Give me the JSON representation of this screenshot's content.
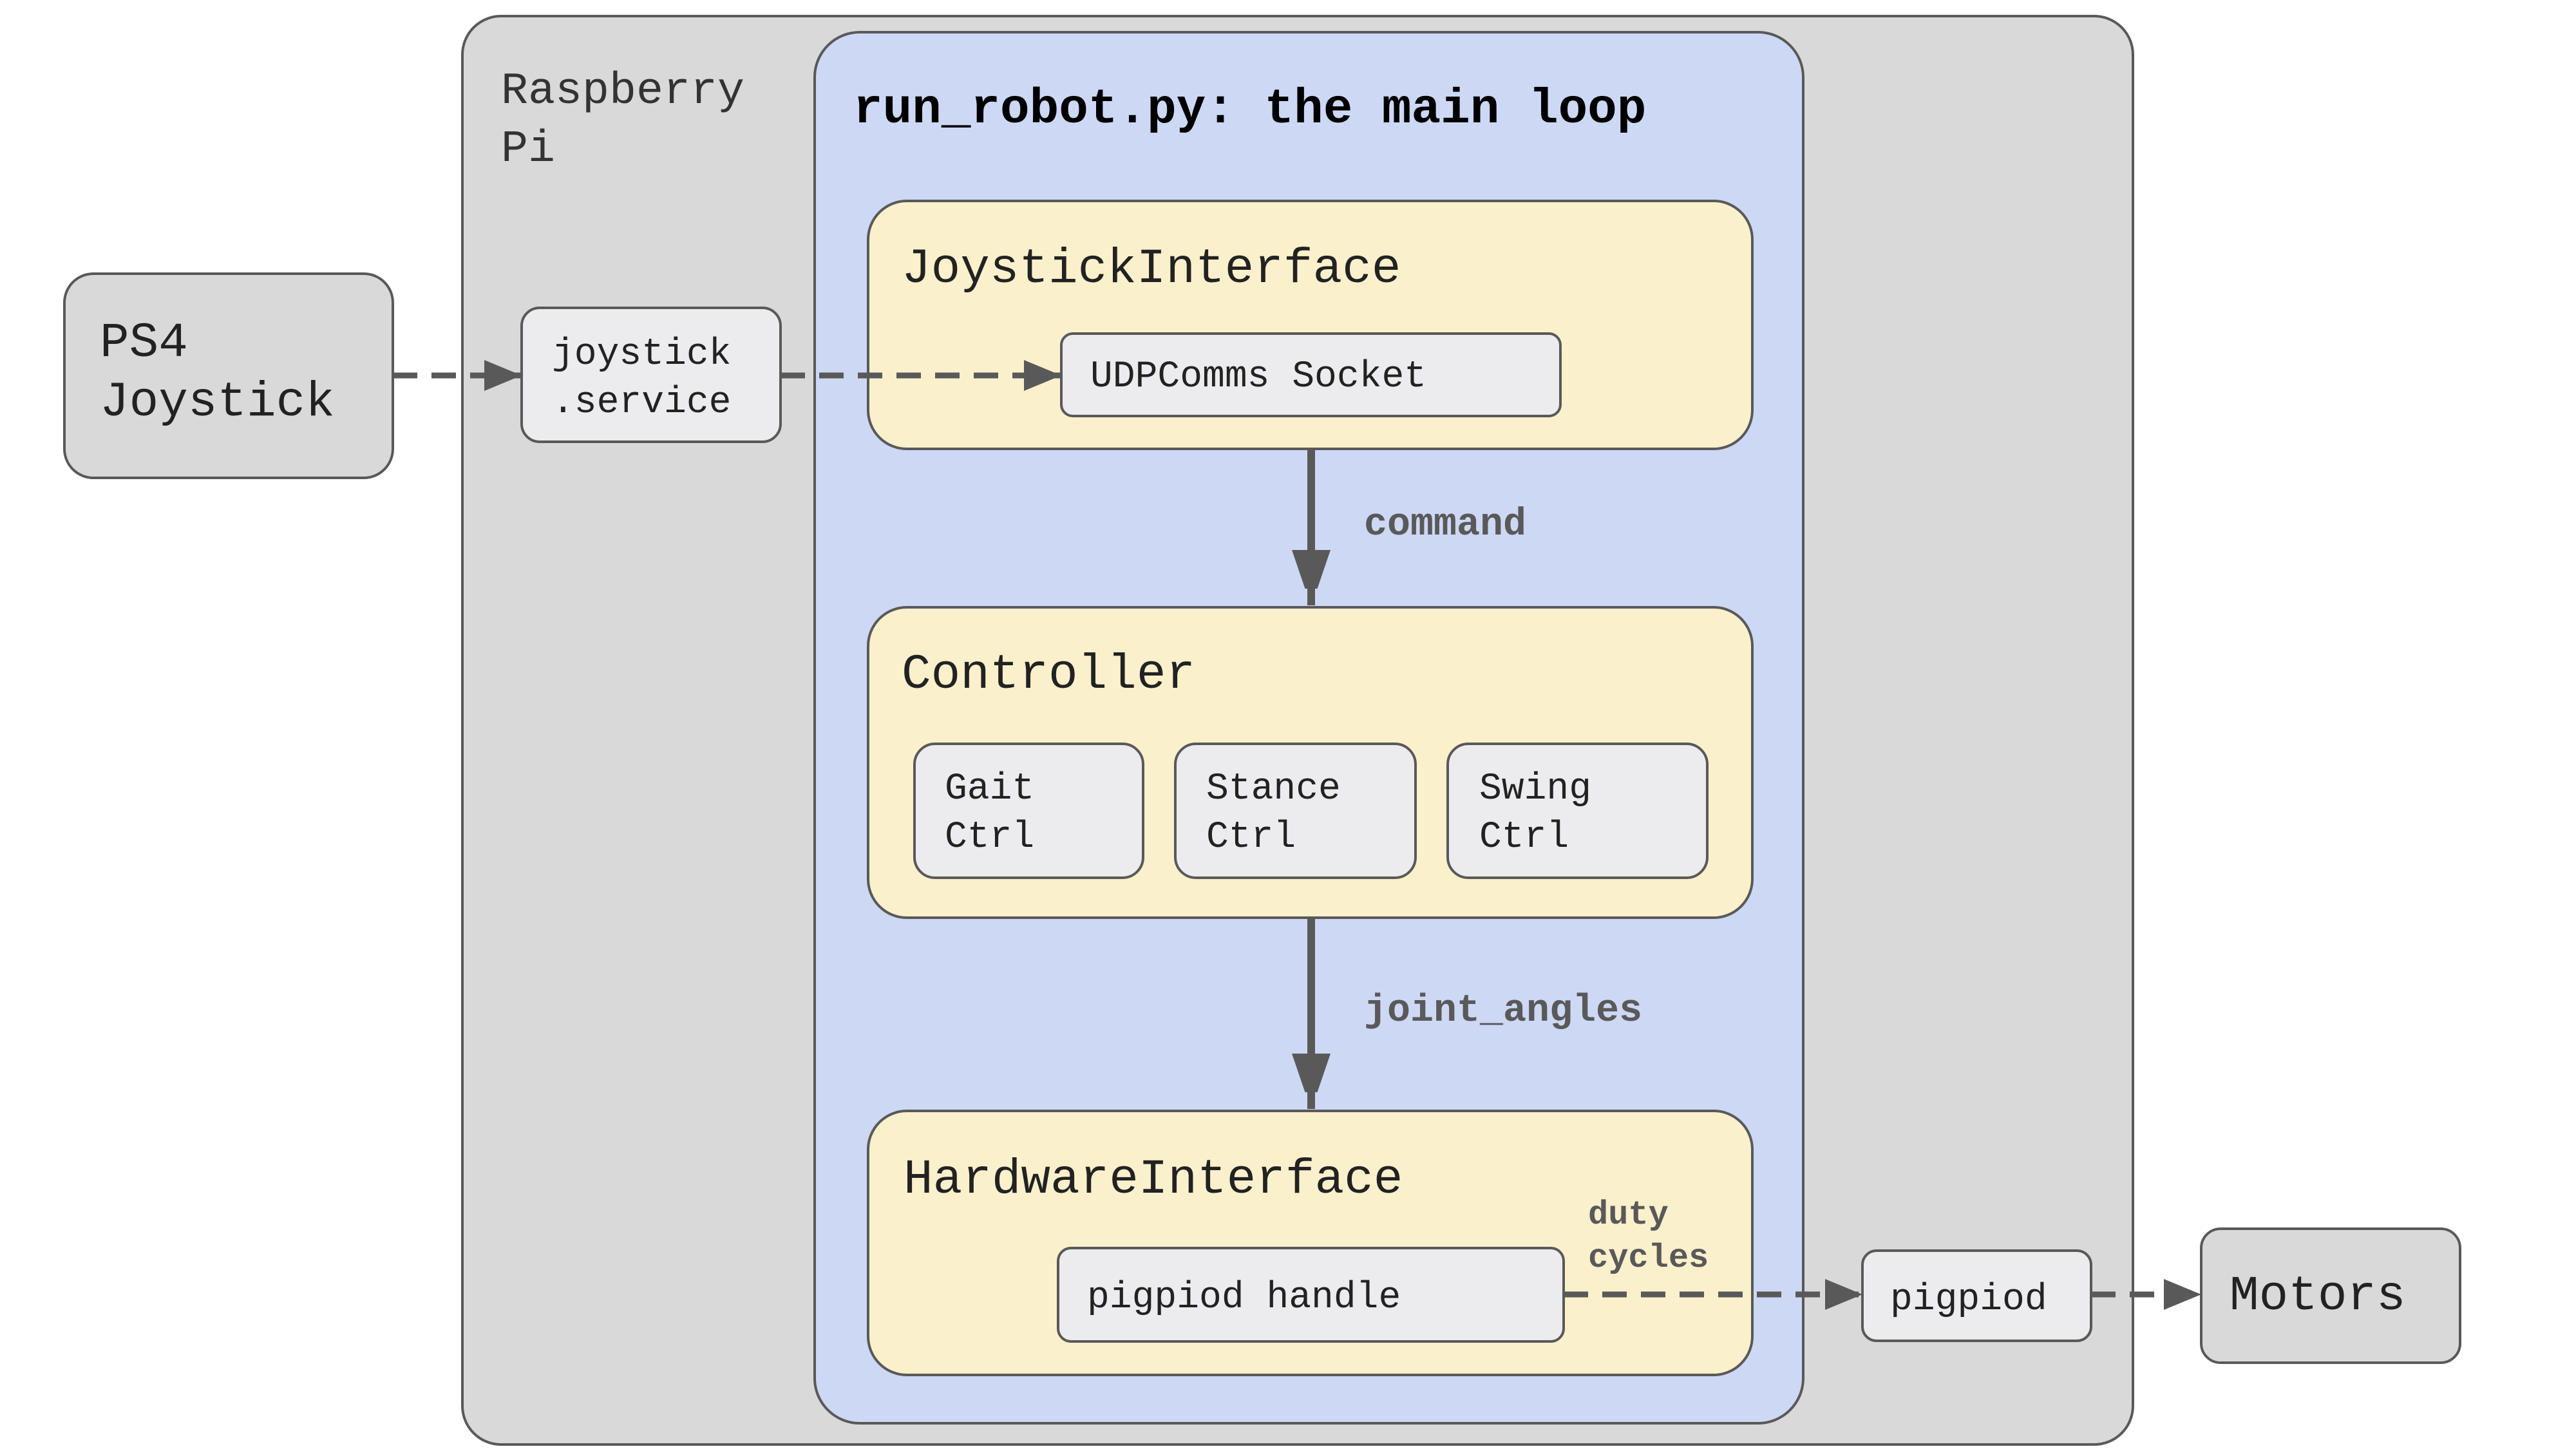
{
  "containers": {
    "raspberry_pi": [
      "Raspberry",
      "Pi"
    ],
    "main_loop_title": "run_robot.py: the main loop"
  },
  "external": {
    "joystick": [
      "PS4",
      "Joystick"
    ],
    "motors": "Motors"
  },
  "services": {
    "joystick_service": [
      "joystick",
      ".service"
    ],
    "pigpiod": "pigpiod"
  },
  "modules": {
    "joystick_interface": {
      "title": "JoystickInterface",
      "socket": "UDPComms Socket"
    },
    "controller": {
      "title": "Controller",
      "subcomponents": [
        [
          "Gait",
          "Ctrl"
        ],
        [
          "Stance",
          "Ctrl"
        ],
        [
          "Swing",
          "Ctrl"
        ]
      ]
    },
    "hardware_interface": {
      "title": "HardwareInterface",
      "handle": "pigpiod handle"
    }
  },
  "edges": {
    "command": "command",
    "joint_angles": "joint_angles",
    "duty_cycles": [
      "duty",
      "cycles"
    ]
  },
  "colors": {
    "raspberry_pi_bg": "#d9d9d9",
    "main_loop_bg": "#cdd8f5",
    "module_bg": "#fbf0cc",
    "inner_box_bg": "#ececee",
    "stroke": "#595959"
  }
}
